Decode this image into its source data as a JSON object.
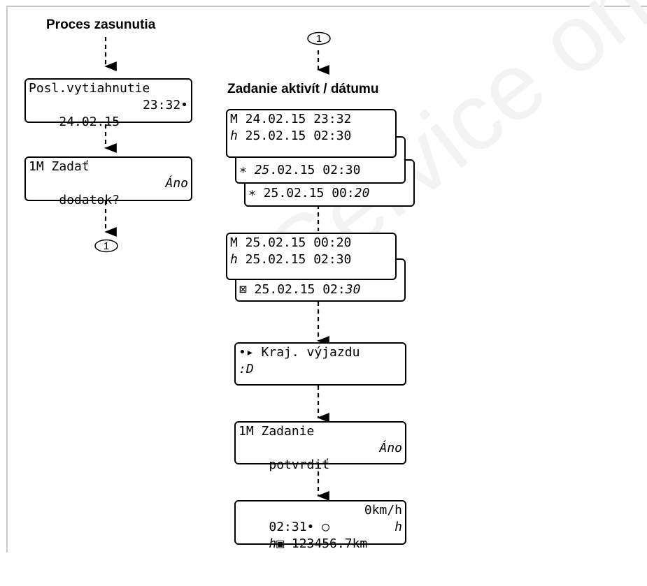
{
  "watermark": "Service only",
  "left": {
    "heading": "Proces zasunutia",
    "screen1": {
      "line1": "Posl.vytiahnutie",
      "line2_left": "24.02.15",
      "line2_right": "23:32•"
    },
    "screen2": {
      "line1": "1M Zadať",
      "line2_left": "dodatok?",
      "line2_right": "Áno"
    },
    "marker": "1"
  },
  "right": {
    "marker": "1",
    "heading": "Zadanie aktivít / dátumu",
    "block1": [
      {
        "text": "M 24.02.15 23:32"
      },
      {
        "text": "ℎ 25.02.15 02:30"
      },
      {
        "symbol": "∗",
        "date_pre": "",
        "date_it": "25",
        "date_post": ".02.15 02:30"
      },
      {
        "symbol": "∗",
        "time_pre": " 25.02.15 00:",
        "time_it": "20"
      }
    ],
    "block2": [
      {
        "text": "M 25.02.15 00:20"
      },
      {
        "text": "ℎ 25.02.15 02:30"
      },
      {
        "symbol": "⊠",
        "time_pre": " 25.02.15 02:",
        "time_it": "30"
      }
    ],
    "screen_end": {
      "icons": "•▸",
      "line1": " Kraj. výjazdu",
      "line2": ":D"
    },
    "screen_confirm": {
      "line1": "1M Zadanie",
      "line2_left": "potvrdiť",
      "line2_right": "Áno"
    },
    "screen_standard": {
      "line1_left": "02:31• ○",
      "line1_right": "0km/h",
      "line2_left": "ℎ▣ 123456.7km",
      "line2_right": "ℎ"
    }
  }
}
